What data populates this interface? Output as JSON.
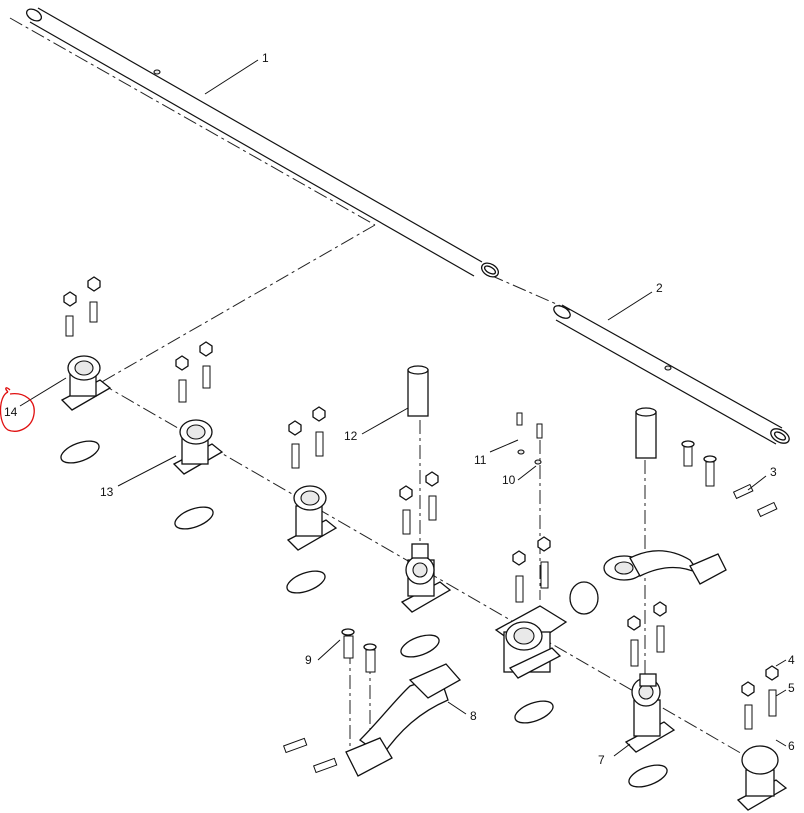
{
  "diagram": {
    "callouts": [
      {
        "id": "callout-1",
        "label": "1"
      },
      {
        "id": "callout-2",
        "label": "2"
      },
      {
        "id": "callout-3",
        "label": "3"
      },
      {
        "id": "callout-4",
        "label": "4"
      },
      {
        "id": "callout-5",
        "label": "5"
      },
      {
        "id": "callout-6",
        "label": "6"
      },
      {
        "id": "callout-7",
        "label": "7"
      },
      {
        "id": "callout-8",
        "label": "8"
      },
      {
        "id": "callout-9",
        "label": "9"
      },
      {
        "id": "callout-10",
        "label": "10"
      },
      {
        "id": "callout-11",
        "label": "11"
      },
      {
        "id": "callout-12",
        "label": "12"
      },
      {
        "id": "callout-13",
        "label": "13"
      },
      {
        "id": "callout-14",
        "label": "14"
      }
    ],
    "highlight_color": "#e01010"
  }
}
